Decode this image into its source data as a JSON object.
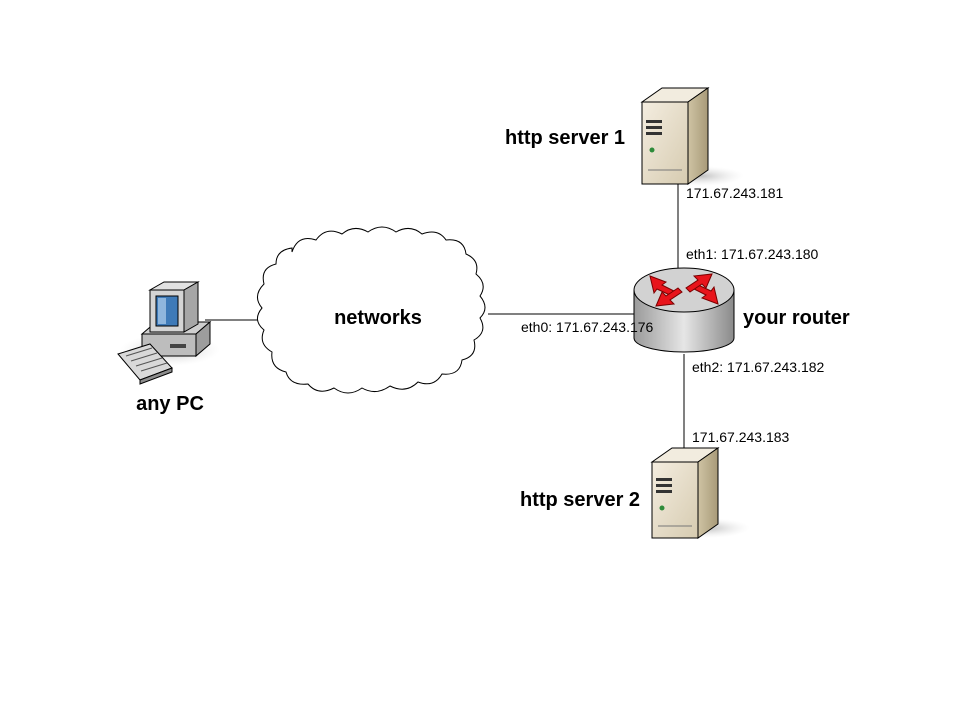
{
  "nodes": {
    "pc": {
      "label": "any PC"
    },
    "cloud": {
      "label": "networks"
    },
    "router": {
      "label": "your router"
    },
    "server1": {
      "label": "http server 1",
      "ip": "171.67.243.181"
    },
    "server2": {
      "label": "http server 2",
      "ip": "171.67.243.183"
    }
  },
  "interfaces": {
    "eth0": "eth0: 171.67.243.176",
    "eth1": "eth1: 171.67.243.180",
    "eth2": "eth2: 171.67.243.182"
  },
  "colors": {
    "router_arrows": "#e8141b",
    "server_body": "#e9e0c8",
    "pc_body": "#d8d8d8",
    "link": "#000000"
  },
  "icons": {
    "pc": "desktop-computer-icon",
    "cloud": "cloud-icon",
    "router": "router-icon",
    "server": "server-tower-icon"
  }
}
